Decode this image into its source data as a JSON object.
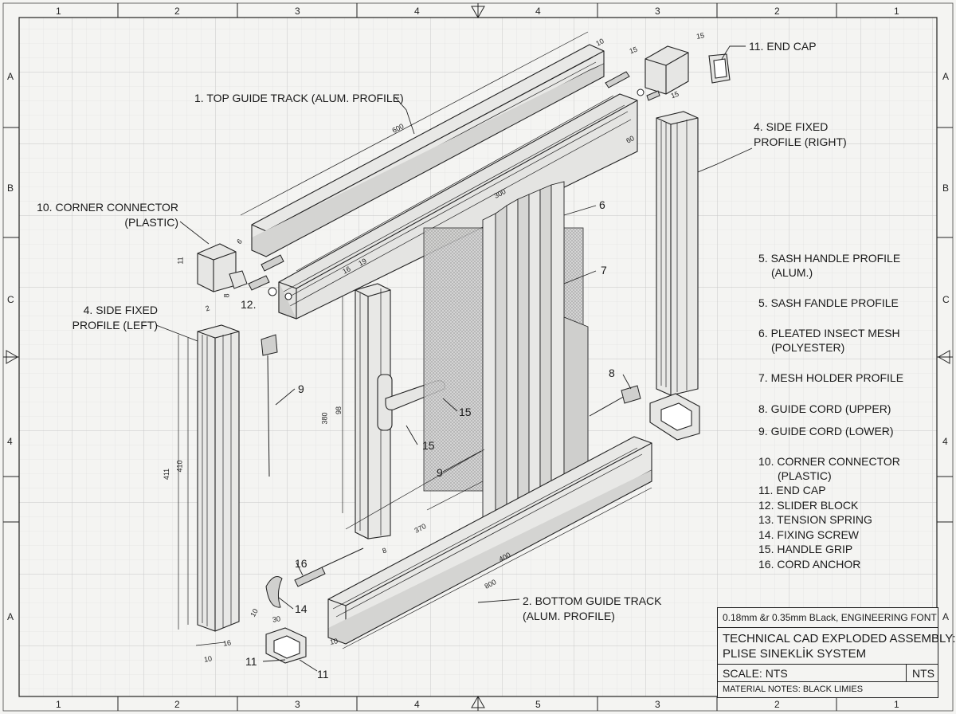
{
  "zones": {
    "top": [
      "1",
      "2",
      "3",
      "4",
      "4",
      "3",
      "2",
      "1"
    ],
    "bottom": [
      "1",
      "2",
      "3",
      "4",
      "5",
      "3",
      "2",
      "1"
    ],
    "left": [
      "A",
      "B",
      "C",
      "4",
      "A"
    ],
    "right": [
      "A",
      "B",
      "C",
      "4",
      "A"
    ]
  },
  "callouts": {
    "top_guide": "1. TOP GUIDE TRACK (ALUM. PROFILE)",
    "end_cap": "11. END CAP",
    "side_right_1": "4. SIDE FIXED",
    "side_right_2": "PROFILE (RIGHT)",
    "corner_1": "10. CORNER CONNECTOR",
    "corner_2": "(PLASTIC)",
    "side_left_1": "4. SIDE FIXED",
    "side_left_2": "PROFILE (LEFT)",
    "bottom_guide_1": "2. BOTTOM GUIDE TRACK",
    "bottom_guide_2": "(ALUM. PROFILE)",
    "n6": "6",
    "n7": "7",
    "n8": "8",
    "n9a": "9",
    "n9b": "9",
    "n12": "12.",
    "n15a": "15",
    "n15b": "15",
    "n16": "16",
    "n14": "14",
    "n11a": "11",
    "n11b": "11"
  },
  "dims": {
    "d600": "600",
    "d300": "300",
    "d10a": "10",
    "d15a": "15",
    "d15b": "15",
    "d15c": "15",
    "d60": "60",
    "d16": "16",
    "d19": "19",
    "d11": "11",
    "d6": "6",
    "d2": "2",
    "d8": "8",
    "d380": "380",
    "d98": "98",
    "d410": "410",
    "d411": "411",
    "d370": "370",
    "d400": "400",
    "d800": "800",
    "d30": "30",
    "d10b": "10",
    "d10c": "10",
    "d16b": "16",
    "d10d": "10",
    "d8b": "8"
  },
  "legend": [
    {
      "l1": "5. SASH HANDLE PROFILE",
      "l2": "(ALUM.)"
    },
    {
      "l1": "5. SASH FANDLE PROFILE",
      "l2": ""
    },
    {
      "l1": "6. PLEATED INSECT MESH",
      "l2": "(POLYESTER)"
    },
    {
      "l1": "7. MESH HOLDER PROFILE",
      "l2": ""
    },
    {
      "l1": "8. GUIDE CORD (UPPER)",
      "l2": ""
    },
    {
      "l1": "9. GUIDE CORD (LOWER)",
      "l2": ""
    },
    {
      "l1": "10. CORNER CONNECTOR",
      "l2": "(PLASTIC)"
    },
    {
      "l1": "11. END CAP",
      "l2": ""
    },
    {
      "l1": "12. SLIDER BLOCK",
      "l2": ""
    },
    {
      "l1": "13. TENSION SPRING",
      "l2": ""
    },
    {
      "l1": "14. FIXING SCREW",
      "l2": ""
    },
    {
      "l1": "15. HANDLE GRIP",
      "l2": ""
    },
    {
      "l1": "16. CORD ANCHOR",
      "l2": ""
    }
  ],
  "title_block": {
    "line_spec": "0.18mm &r 0.35mm BLack, ENGINEERING FONT",
    "title_1": "TECHNICAL CAD EXPLODED ASSEMBLY:",
    "title_2": "PLISE SINEKLİK SYSTEM",
    "scale": "SCALE: NTS",
    "scale_box": "NTS",
    "material": "MATERIAL NOTES: BLACK LIMIES"
  },
  "colors": {
    "paper": "#f4f4f2",
    "grid": "#cfcfcf",
    "ink": "#1a1a1a",
    "metal_light": "#e6e6e4",
    "metal_mid": "#c8c8c6",
    "mesh": "#9a9a9a"
  }
}
